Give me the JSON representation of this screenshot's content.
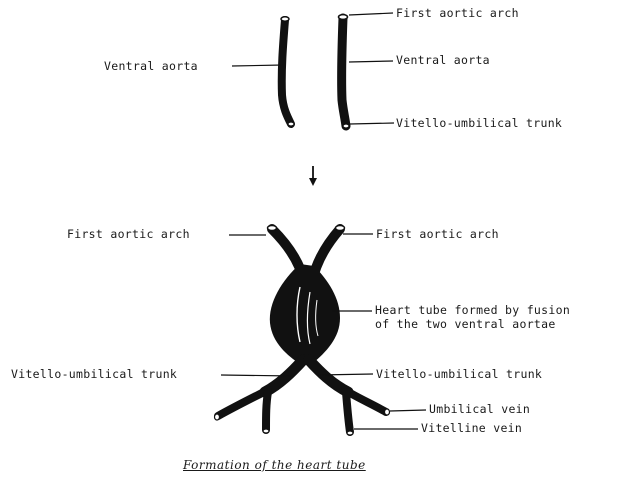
{
  "top_labels": {
    "first_aortic_arch": "First aortic arch",
    "ventral_aorta_left": "Ventral aorta",
    "ventral_aorta_right": "Ventral aorta",
    "vitello_umbilical_trunk": "Vitello-umbilical trunk"
  },
  "bottom_labels": {
    "first_aortic_arch_left": "First aortic arch",
    "first_aortic_arch_right": "First aortic arch",
    "heart_tube_line1": "Heart tube formed by fusion",
    "heart_tube_line2": "of the two ventral aortae",
    "vitello_umbilical_left": "Vitello-umbilical trunk",
    "vitello_umbilical_right": "Vitello-umbilical trunk",
    "umbilical_vein": "Umbilical vein",
    "vitelline_vein": "Vitelline vein"
  },
  "caption": "Formation of the heart tube",
  "colors": {
    "ink": "#111111",
    "paper": "#ffffff"
  }
}
